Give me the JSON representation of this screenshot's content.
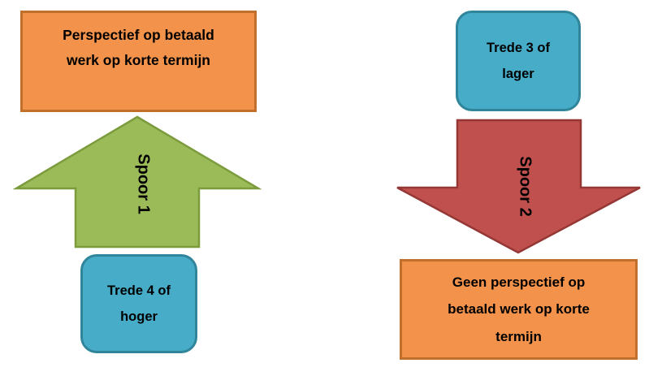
{
  "diagram": {
    "title": "Spoor 1 / Spoor 2 perspectief schema",
    "background_color": "#FFFFFF",
    "colors": {
      "orange_fill": "#F3934B",
      "orange_border": "#C0702B",
      "blue_fill": "#46ACC8",
      "blue_border": "#31859B",
      "green_fill": "#9BBB59",
      "green_border": "#7C9B3D",
      "red_fill": "#C0504D",
      "red_border": "#943735",
      "text_color": "#000000"
    },
    "tracks": [
      {
        "id": "spoor-1",
        "arrow_label": "Spoor 1",
        "arrow_direction": "up",
        "arrow_color": "#9BBB59",
        "source_box": "Trede 4 of\nhoger",
        "target_box": "Perspectief op betaald\nwerk op korte termijn"
      },
      {
        "id": "spoor-2",
        "arrow_label": "Spoor 2",
        "arrow_direction": "down",
        "arrow_color": "#C0504D",
        "source_box": "Trede 3 of\nlager",
        "target_box": "Geen perspectief op\nbetaald werk op korte\ntermijn"
      }
    ],
    "left_column": {
      "top_box": {
        "name": "perspectief-box",
        "text": "Perspectief op betaald\nwerk op korte termijn",
        "shape": "rectangle",
        "fill": "#F3934B"
      },
      "arrow": {
        "name": "spoor-1-arrow",
        "label": "Spoor 1",
        "direction": "up",
        "fill": "#9BBB59"
      },
      "bottom_box": {
        "name": "trede-4-box",
        "text": "Trede 4 of\nhoger",
        "shape": "rounded-rectangle",
        "fill": "#46ACC8"
      }
    },
    "right_column": {
      "top_box": {
        "name": "trede-3-box",
        "text": "Trede 3 of\nlager",
        "shape": "rounded-rectangle",
        "fill": "#46ACC8"
      },
      "arrow": {
        "name": "spoor-2-arrow",
        "label": "Spoor 2",
        "direction": "down",
        "fill": "#C0504D"
      },
      "bottom_box": {
        "name": "geen-perspectief-box",
        "text": "Geen perspectief op\nbetaald werk op korte\ntermijn",
        "shape": "rectangle",
        "fill": "#F3934B"
      }
    }
  }
}
